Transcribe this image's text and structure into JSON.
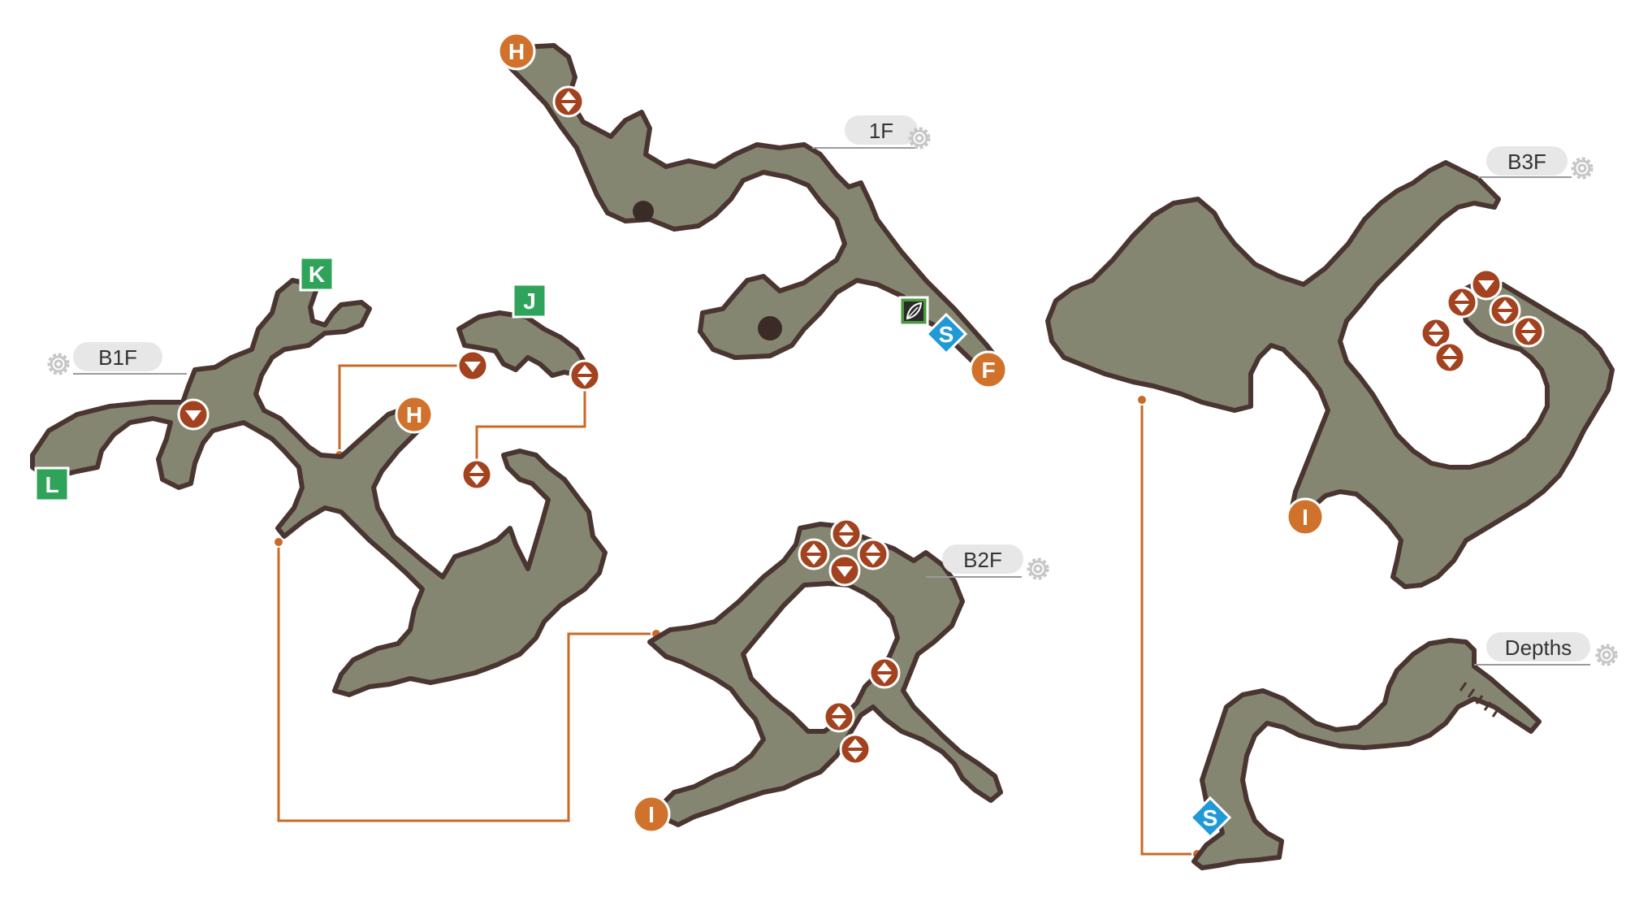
{
  "colors": {
    "floor": "#858672",
    "outline": "#4a3530",
    "connector": "#c96a26",
    "orange_marker": "#d1722c",
    "stair_marker": "#a3421e",
    "green_marker": "#2fa35a",
    "blue_marker": "#1f9ad6",
    "pill": "#e7e7e7"
  },
  "floors": [
    {
      "id": "1f",
      "label": "1F"
    },
    {
      "id": "b1f",
      "label": "B1F"
    },
    {
      "id": "b2f",
      "label": "B2F"
    },
    {
      "id": "b3f",
      "label": "B3F"
    },
    {
      "id": "depths",
      "label": "Depths"
    }
  ],
  "markers": {
    "h_1f": "H",
    "f_1f": "F",
    "s_1f": "S",
    "h_b1f": "H",
    "j_b1f": "J",
    "k_b1f": "K",
    "l_b1f": "L",
    "i_b2f": "I",
    "i_b3f": "I",
    "s_depths": "S"
  },
  "icons": {
    "stairs_updown": "up-down-arrow-icon",
    "stairs_down": "down-arrow-icon",
    "leaf": "leaf-icon",
    "settings": "gear-icon"
  }
}
